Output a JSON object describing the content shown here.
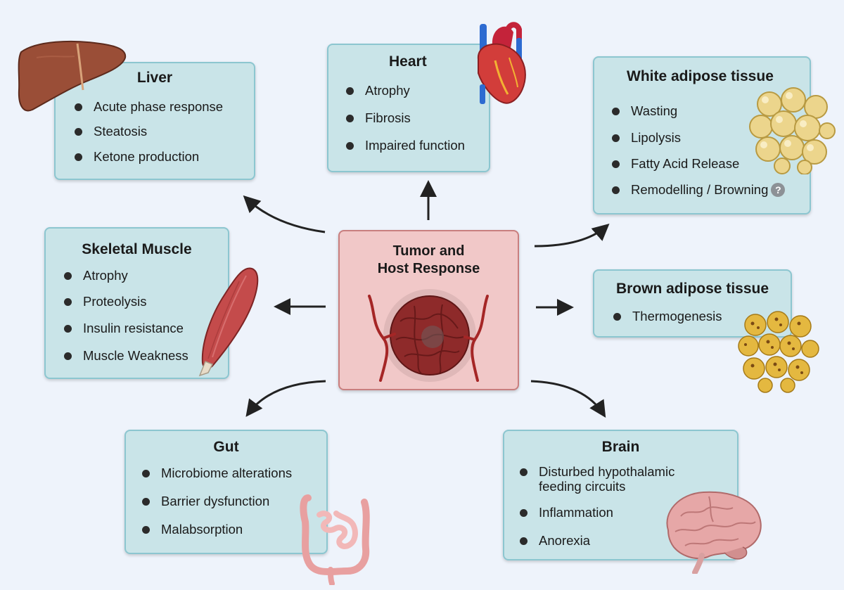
{
  "center": {
    "title_line1": "Tumor and",
    "title_line2": "Host Response"
  },
  "liver": {
    "title": "Liver",
    "items": [
      "Acute phase response",
      "Steatosis",
      "Ketone production"
    ]
  },
  "heart": {
    "title": "Heart",
    "items": [
      "Atrophy",
      "Fibrosis",
      "Impaired function"
    ]
  },
  "white_adipose": {
    "title": "White adipose tissue",
    "items": [
      "Wasting",
      "Lipolysis",
      "Fatty Acid Release",
      "Remodelling / Browning"
    ],
    "uncertain_mark": "?"
  },
  "skeletal_muscle": {
    "title": "Skeletal Muscle",
    "items": [
      "Atrophy",
      "Proteolysis",
      "Insulin resistance",
      "Muscle Weakness"
    ]
  },
  "brown_adipose": {
    "title": "Brown adipose tissue",
    "items": [
      "Thermogenesis"
    ]
  },
  "gut": {
    "title": "Gut",
    "items": [
      "Microbiome alterations",
      "Barrier dysfunction",
      "Malabsorption"
    ]
  },
  "brain": {
    "title": "Brain",
    "items": [
      "Disturbed hypothalamic feeding circuits",
      "Inflammation",
      "Anorexia"
    ]
  },
  "colors": {
    "organ_box_fill": "#c9e4e8",
    "organ_box_border": "#8cc6d0",
    "tumor_box_fill": "#f1c8c8",
    "tumor_box_border": "#c97f7f",
    "arrow": "#222222",
    "background": "#eef3fb"
  },
  "icons": [
    "liver-icon",
    "heart-icon",
    "white-adipocytes-icon",
    "muscle-icon",
    "tumor-icon",
    "brown-adipocytes-icon",
    "intestine-icon",
    "brain-icon"
  ]
}
